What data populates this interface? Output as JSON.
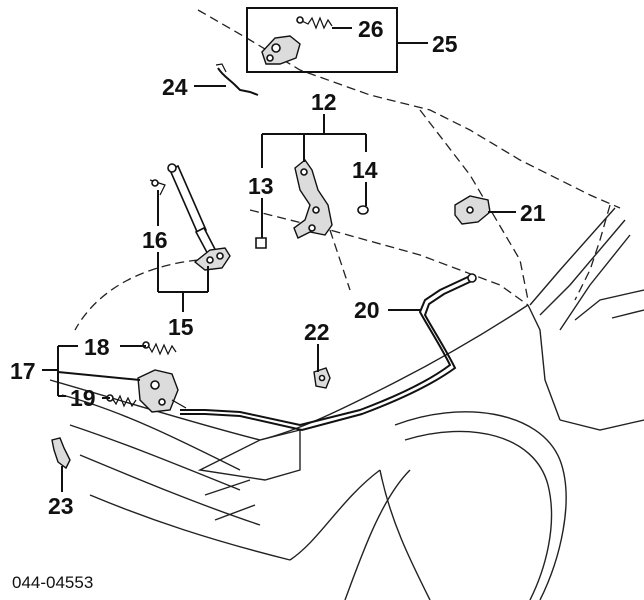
{
  "callouts": {
    "p12": "12",
    "p13": "13",
    "p14": "14",
    "p15": "15",
    "p16": "16",
    "p17": "17",
    "p18": "18",
    "p19": "19",
    "p20": "20",
    "p21": "21",
    "p22": "22",
    "p23": "23",
    "p24": "24",
    "p25": "25",
    "p26": "26"
  },
  "diagram_code": "044-04553",
  "colors": {
    "ink": "#111111",
    "background": "#ffffff",
    "part_fill": "#dcdcdc"
  }
}
